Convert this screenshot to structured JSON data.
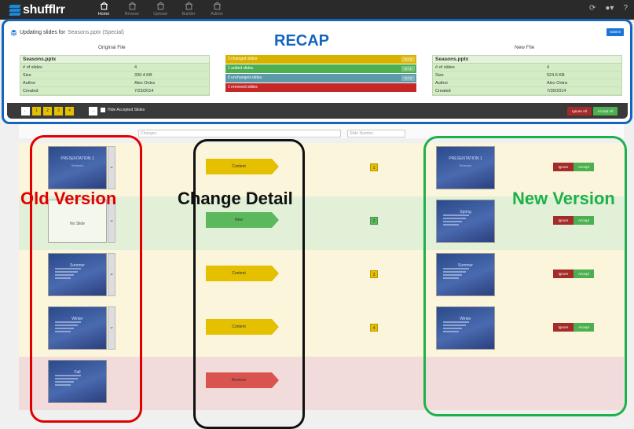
{
  "app": {
    "brand": "shufflrr"
  },
  "nav": [
    {
      "label": "Home",
      "icon": "home-icon"
    },
    {
      "label": "Browse",
      "icon": "browse-icon"
    },
    {
      "label": "Upload",
      "icon": "upload-icon"
    },
    {
      "label": "Builder",
      "icon": "builder-icon"
    },
    {
      "label": "Admin",
      "icon": "admin-icon"
    }
  ],
  "recap": {
    "updating_label": "Updating slides for",
    "file_name": "Seasons.pptx (Special)",
    "submit_label": "Submit",
    "original_heading": "Original File",
    "new_heading": "New File",
    "original": {
      "title": "Seasons.pptx",
      "rows": [
        {
          "label": "# of slides",
          "value": "4"
        },
        {
          "label": "Size",
          "value": "330.4 KB"
        },
        {
          "label": "Author",
          "value": "Alex Ontra"
        },
        {
          "label": "Created",
          "value": "7/23/2014"
        }
      ]
    },
    "new": {
      "title": "Seasons.pptx",
      "rows": [
        {
          "label": "# of slides",
          "value": "4"
        },
        {
          "label": "Size",
          "value": "524.6 KB"
        },
        {
          "label": "Author",
          "value": "Alex Ontra"
        },
        {
          "label": "Created",
          "value": "7/30/2014"
        }
      ]
    },
    "summary": [
      {
        "label": "3 changed slides",
        "count": "0 / 3",
        "color": "#d9b200"
      },
      {
        "label": "1 added slides",
        "count": "0 / 1",
        "color": "#4caf50"
      },
      {
        "label": "0 unchanged slides",
        "count": "0 / 0",
        "color": "#5b9aa8"
      },
      {
        "label": "1 removed slides",
        "count": "",
        "color": "#c62828"
      }
    ],
    "pages": [
      "1",
      "2",
      "3",
      "4"
    ],
    "hide_accepted": "Hide Accepted Slides",
    "ignore_all": "Ignore All",
    "accept_all": "Accept All"
  },
  "filters": {
    "changes_placeholder": "Changes",
    "slide_number_placeholder": "Slide Number"
  },
  "rows": [
    {
      "old_title": "PRESENTATION 1",
      "old_sub": "Seasons",
      "change": "Content",
      "num": "1",
      "new_title": "PRESENTATION 1",
      "new_sub": "Seasons",
      "bg": "#fbf5dc",
      "color": "#e4c000"
    },
    {
      "old_title": "No Slide",
      "old_sub": "",
      "change": "New",
      "num": "2",
      "new_title": "Spring",
      "new_sub": "",
      "bg": "#e1f0d6",
      "color": "#5cb85c"
    },
    {
      "old_title": "Summer",
      "old_sub": "",
      "change": "Content",
      "num": "3",
      "new_title": "Summer",
      "new_sub": "",
      "bg": "#fbf5dc",
      "color": "#e4c000"
    },
    {
      "old_title": "Winter",
      "old_sub": "",
      "change": "Content",
      "num": "4",
      "new_title": "Winter",
      "new_sub": "",
      "bg": "#fbf5dc",
      "color": "#e4c000"
    },
    {
      "old_title": "Fall",
      "old_sub": "",
      "change": "Remove",
      "num": "",
      "new_title": "",
      "new_sub": "",
      "bg": "#f2dbdb",
      "color": "#d9534f"
    }
  ],
  "actions": {
    "ignore": "Ignore",
    "accept": "Accept"
  },
  "annotations": {
    "recap": "RECAP",
    "old_version": "Old Version",
    "change_detail": "Change Detail",
    "new_version": "New Version"
  }
}
